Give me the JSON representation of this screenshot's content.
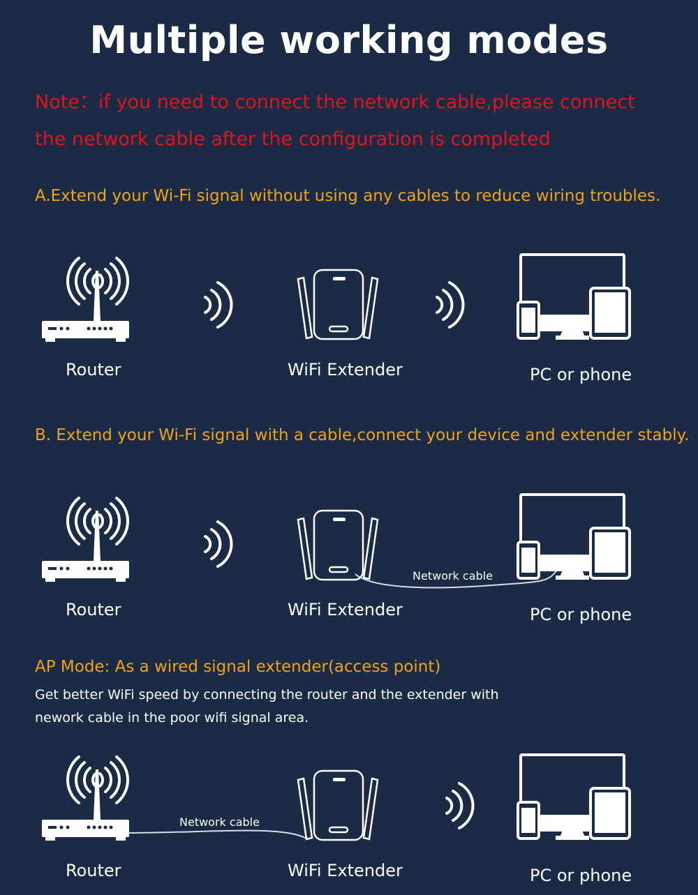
{
  "title": "Multiple working modes",
  "note": "Note：if you need to connect the network cable,please connect the network cable after the configuration is completed",
  "sections": [
    {
      "heading": "A.Extend your Wi-Fi signal without using any cables to reduce wiring troubles.",
      "labels": {
        "router": "Router",
        "extender": "WiFi Extender",
        "device": "PC or phone"
      }
    },
    {
      "heading": "B. Extend your Wi-Fi signal with a cable,connect your device and extender stably.",
      "labels": {
        "router": "Router",
        "extender": "WiFi Extender",
        "device": "PC or phone"
      },
      "cable_label": "Network cable"
    },
    {
      "heading": "AP Mode: As a wired signal extender(access point)",
      "description": "Get better WiFi speed by connecting the router and the extender with nework cable in the poor wifi signal area.",
      "labels": {
        "router": "Router",
        "extender": "WiFi Extender",
        "device": "PC or phone"
      },
      "cable_label": "Network cable"
    }
  ],
  "colors": {
    "background": "#1b2b45",
    "note": "#e0141c",
    "heading": "#f0a21a",
    "icon": "#ffffff"
  },
  "icons": [
    "router-icon",
    "wifi-signal-icon",
    "wifi-extender-icon",
    "pc-phone-icon"
  ]
}
